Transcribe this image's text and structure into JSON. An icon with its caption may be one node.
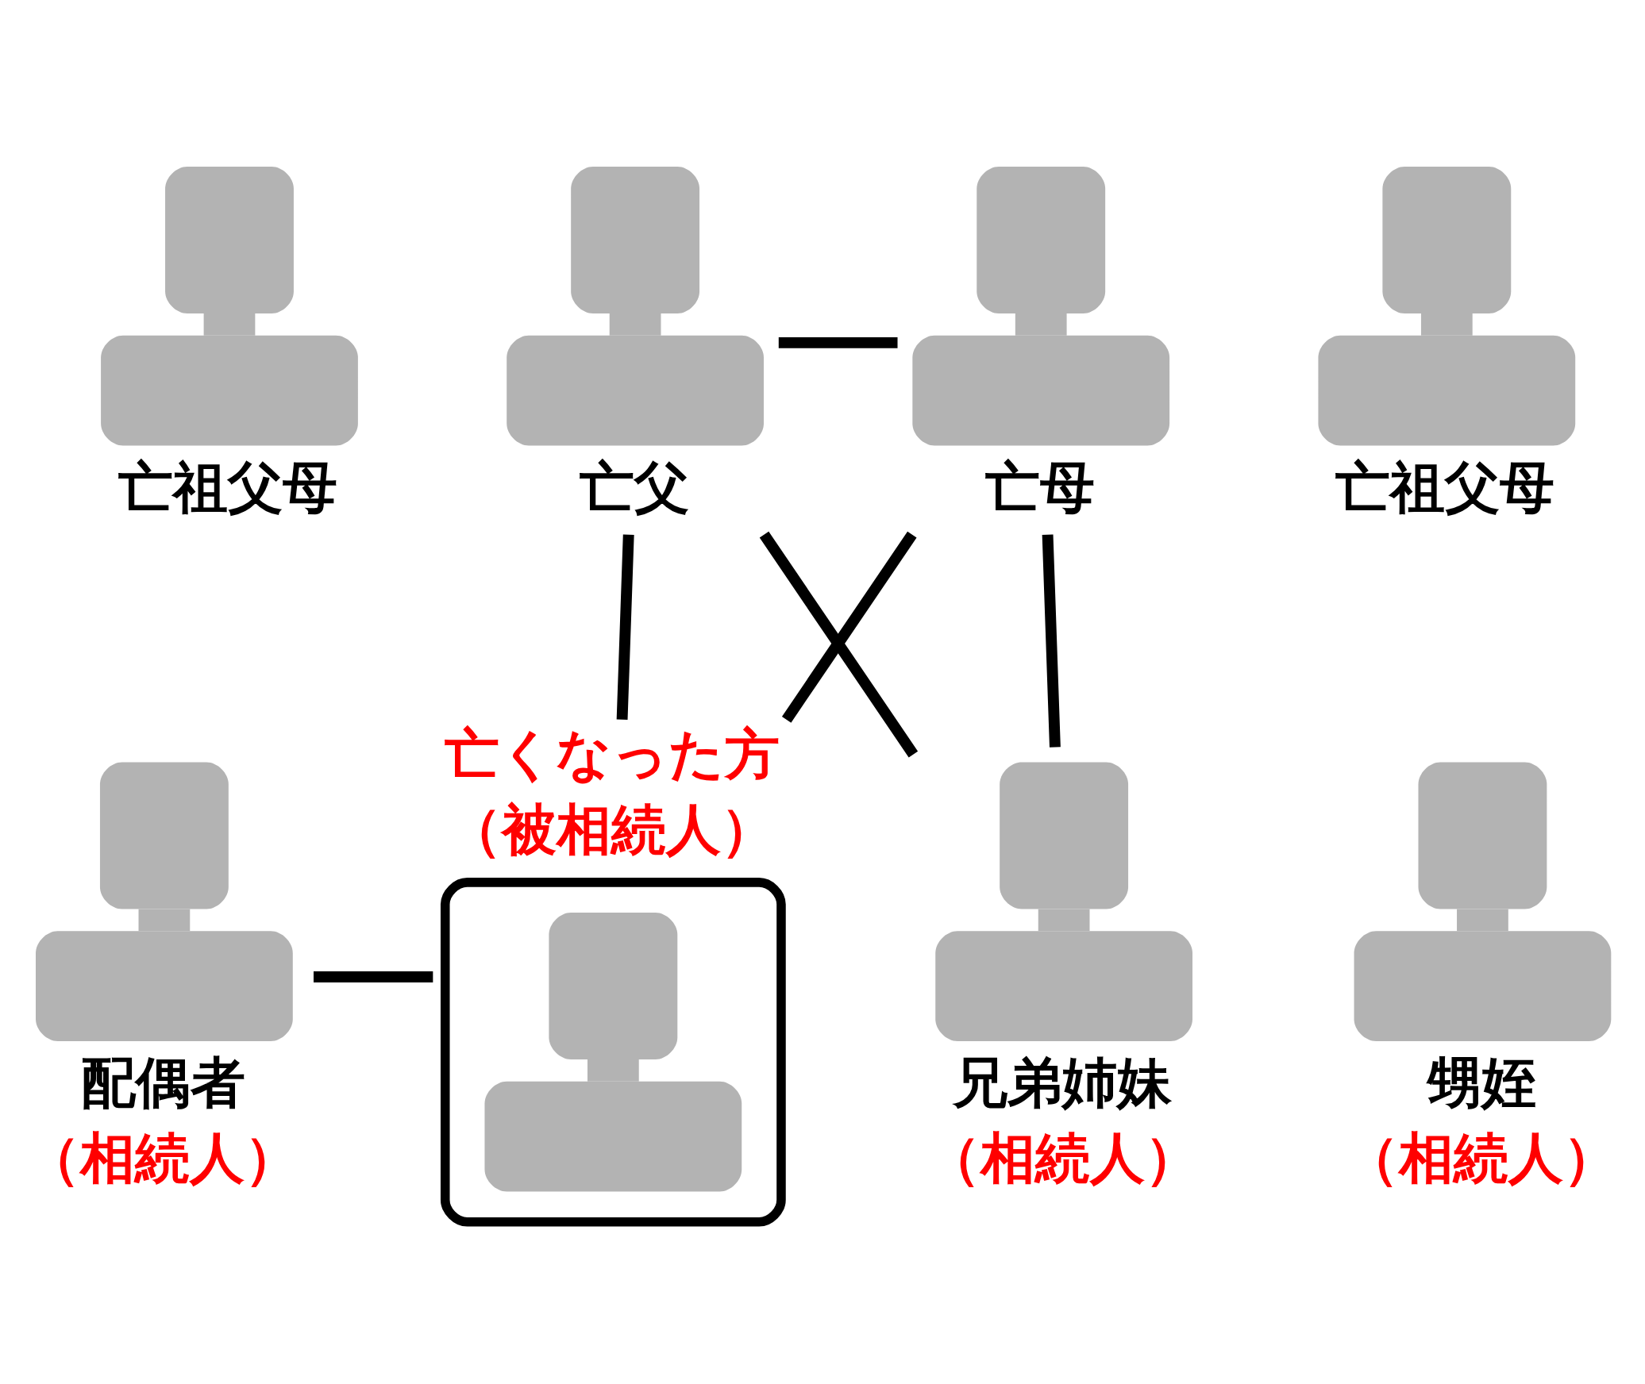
{
  "diagram": {
    "nodes": [
      {
        "text": [
          "亡祖父母"
        ]
      },
      {
        "text": [
          "亡父"
        ]
      },
      {
        "text": [
          "亡母"
        ]
      },
      {
        "text": [
          "亡祖父母"
        ]
      },
      {
        "text": [
          "亡くなった方",
          "（被相続人）"
        ]
      },
      {
        "text": [
          "配偶者",
          "（相続人）"
        ]
      },
      {
        "text": [
          "兄弟姉妹",
          "（相続人）"
        ]
      },
      {
        "text": [
          "甥姪",
          "（相続人）"
        ]
      }
    ],
    "edges": [
      {
        "from": 1,
        "to": 2,
        "arrow": "none"
      },
      {
        "from": 1,
        "to": 4,
        "arrow": "none"
      },
      {
        "from": 2,
        "to": 4,
        "arrow": "none"
      },
      {
        "from": 1,
        "to": 6,
        "arrow": "none"
      },
      {
        "from": 2,
        "to": 6,
        "arrow": "none"
      },
      {
        "from": 5,
        "to": 4,
        "arrow": "none"
      }
    ]
  }
}
